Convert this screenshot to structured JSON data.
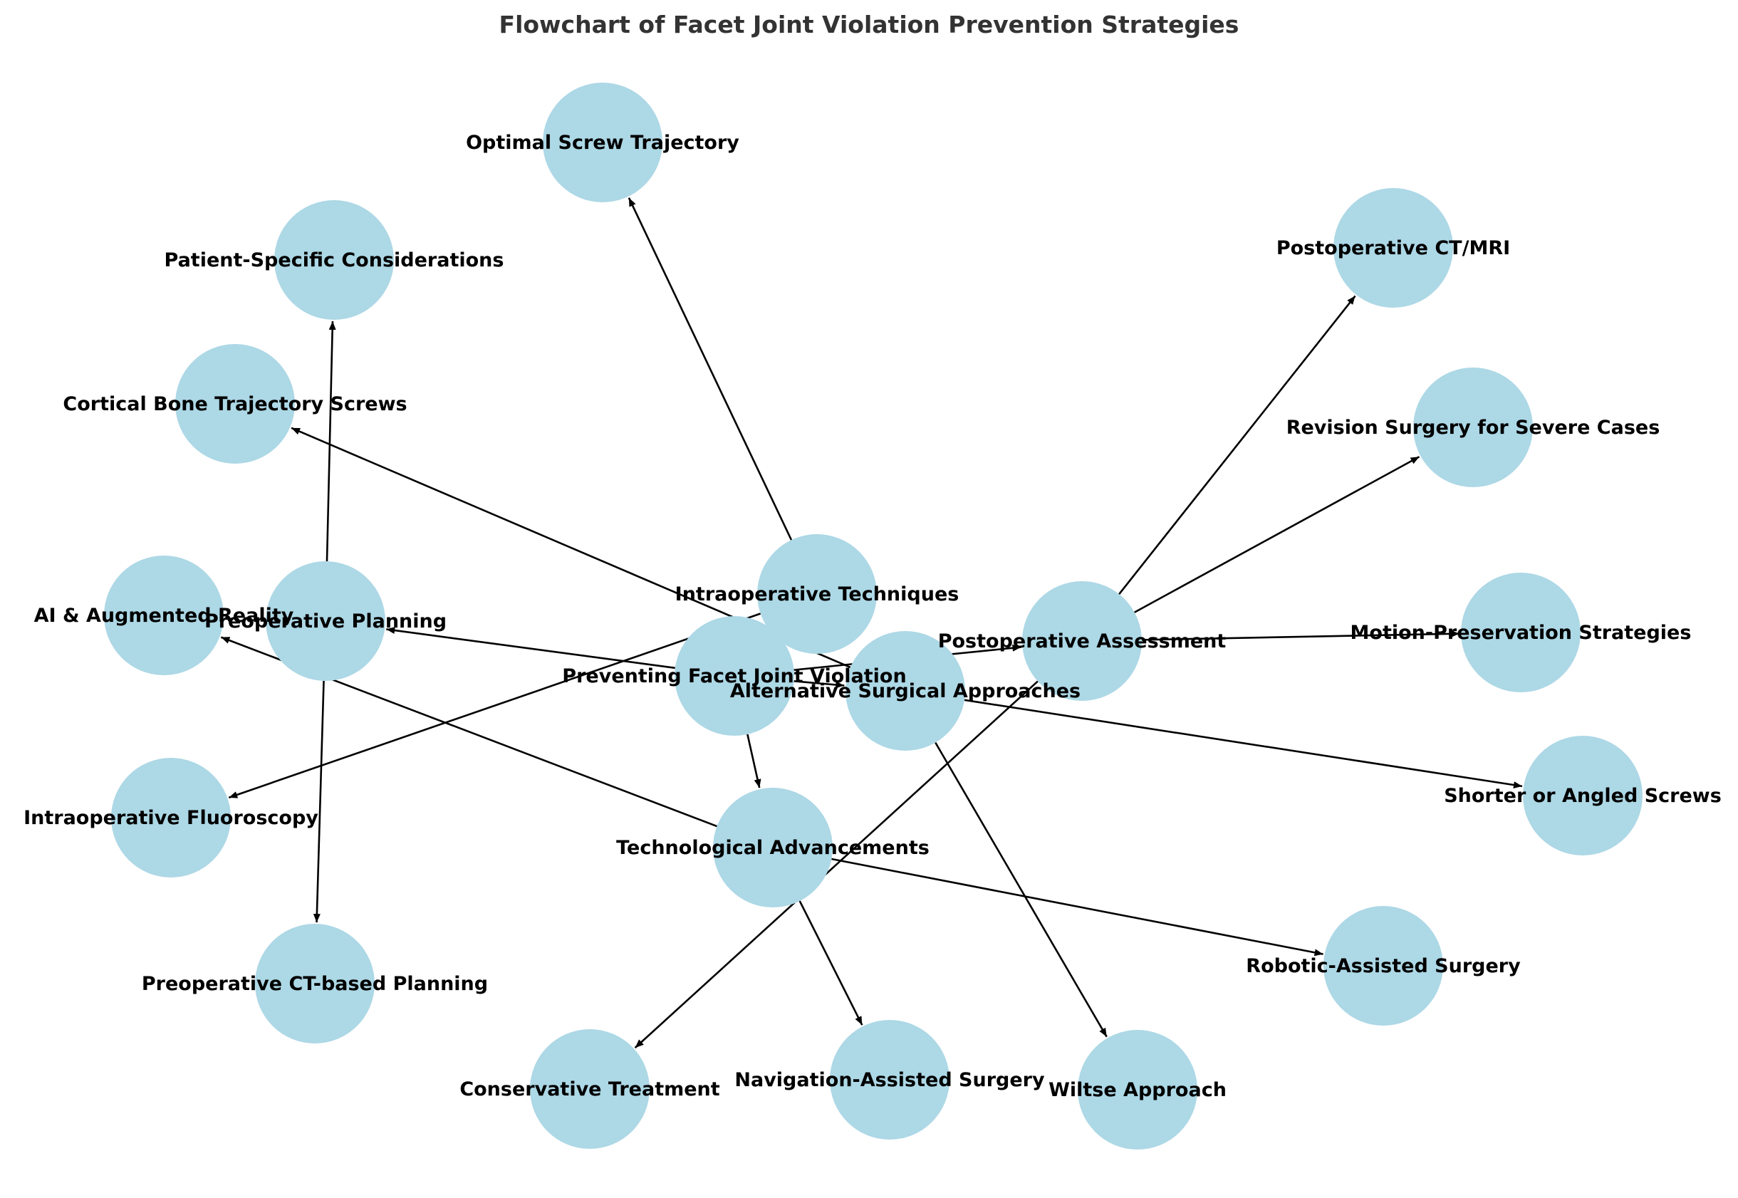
{
  "title": "Flowchart of Facet Joint Violation Prevention Strategies",
  "colors": {
    "node_fill": "#add8e6",
    "edge": "#000000",
    "title": "#333333",
    "label": "#000000"
  },
  "nodes": [
    {
      "id": "center",
      "label": "Preventing Facet Joint Violation"
    },
    {
      "id": "preop",
      "label": "Preoperative Planning"
    },
    {
      "id": "intraop",
      "label": "Intraoperative Techniques"
    },
    {
      "id": "tech",
      "label": "Technological Advancements"
    },
    {
      "id": "altsurg",
      "label": "Alternative Surgical Approaches"
    },
    {
      "id": "postop",
      "label": "Postoperative Assessment"
    },
    {
      "id": "ctplan",
      "label": "Preoperative CT-based Planning"
    },
    {
      "id": "patient",
      "label": "Patient-Specific Considerations"
    },
    {
      "id": "trajectory",
      "label": "Optimal Screw Trajectory"
    },
    {
      "id": "fluoro",
      "label": "Intraoperative Fluoroscopy"
    },
    {
      "id": "nav",
      "label": "Navigation-Assisted Surgery"
    },
    {
      "id": "robot",
      "label": "Robotic-Assisted Surgery"
    },
    {
      "id": "ai",
      "label": "AI & Augmented Reality"
    },
    {
      "id": "wiltse",
      "label": "Wiltse Approach"
    },
    {
      "id": "cbt",
      "label": "Cortical Bone Trajectory Screws"
    },
    {
      "id": "shorter",
      "label": "Shorter or Angled Screws"
    },
    {
      "id": "postct",
      "label": "Postoperative CT/MRI"
    },
    {
      "id": "conservative",
      "label": "Conservative Treatment"
    },
    {
      "id": "revision",
      "label": "Revision Surgery for Severe Cases"
    },
    {
      "id": "motion",
      "label": "Motion-Preservation Strategies"
    }
  ],
  "edges": [
    {
      "from": "center",
      "to": "preop"
    },
    {
      "from": "center",
      "to": "intraop"
    },
    {
      "from": "center",
      "to": "tech"
    },
    {
      "from": "center",
      "to": "altsurg"
    },
    {
      "from": "center",
      "to": "postop"
    },
    {
      "from": "preop",
      "to": "ctplan"
    },
    {
      "from": "preop",
      "to": "patient"
    },
    {
      "from": "intraop",
      "to": "trajectory"
    },
    {
      "from": "intraop",
      "to": "fluoro"
    },
    {
      "from": "tech",
      "to": "nav"
    },
    {
      "from": "tech",
      "to": "robot"
    },
    {
      "from": "tech",
      "to": "ai"
    },
    {
      "from": "altsurg",
      "to": "wiltse"
    },
    {
      "from": "altsurg",
      "to": "cbt"
    },
    {
      "from": "altsurg",
      "to": "shorter"
    },
    {
      "from": "postop",
      "to": "postct"
    },
    {
      "from": "postop",
      "to": "conservative"
    },
    {
      "from": "postop",
      "to": "revision"
    },
    {
      "from": "postop",
      "to": "motion"
    }
  ]
}
